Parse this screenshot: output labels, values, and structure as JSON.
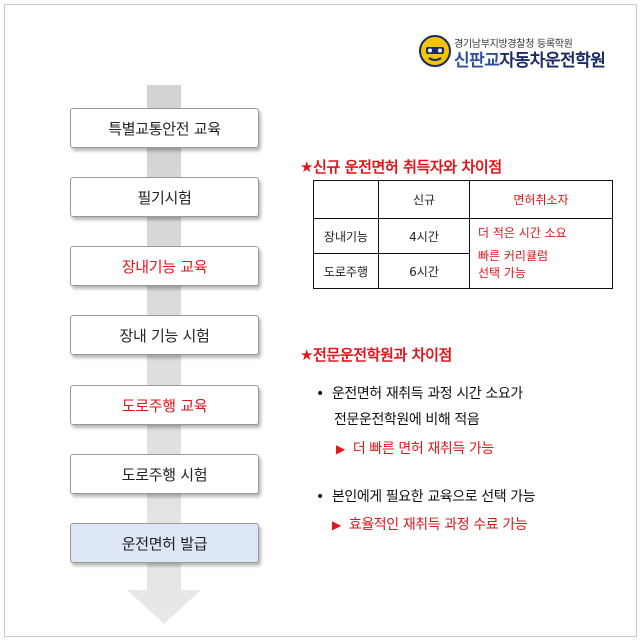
{
  "logo": {
    "subtitle": "경기남부지방경찰청 등록학원",
    "name_part1": "신판교",
    "name_part2": "자동차운전학원"
  },
  "steps": [
    {
      "label": "특별교통안전 교육"
    },
    {
      "label": "필기시험"
    },
    {
      "label": "장내기능 교육"
    },
    {
      "label": "장내 기능 시험"
    },
    {
      "label": "도로주행 교육"
    },
    {
      "label": "도로주행 시험"
    },
    {
      "label": "운전면허 발급"
    }
  ],
  "section1": {
    "heading": "★신규 운전면허 취득자와 차이점",
    "table": {
      "headers": [
        "",
        "신규",
        "면허취소자"
      ],
      "rows": [
        {
          "label": "장내기능",
          "new": "4시간"
        },
        {
          "label": "도로주행",
          "new": "6시간"
        }
      ],
      "revoked_line1": "더 적은 시간 소요",
      "revoked_line2": "빠른 커리큘럼",
      "revoked_line3": "선택 가능"
    }
  },
  "section2": {
    "heading": "★전문운전학원과 차이점",
    "bullet1_line1": "운전면허 재취득  과정 시간 소요가",
    "bullet1_line2": "전문운전학원에 비해 적음",
    "bullet1_result": "더 빠른 면허 재취득 가능",
    "bullet2": "본인에게 필요한 교육으로 선택 가능",
    "bullet2_result": "효율적인 재취득 과정 수료 가능"
  },
  "colors": {
    "accent_red": "#e0161b",
    "final_step_bg": "#dde6f5",
    "logo_blue": "#2f4f9a"
  }
}
